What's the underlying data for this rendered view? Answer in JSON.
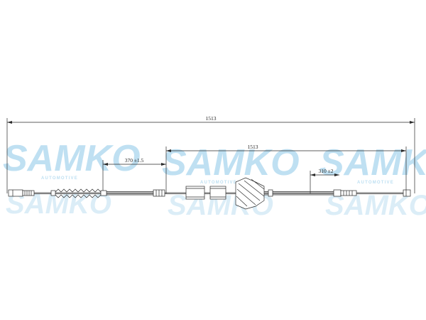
{
  "watermark": {
    "brand": "SAMKO",
    "tagline": "AUTOMOTIVE",
    "color": "#bfe0f2"
  },
  "dimensions": {
    "overall_length": "1513",
    "inner_length": "1513",
    "left_segment": "370 ±1.5",
    "right_segment": "310 ±2"
  },
  "colors": {
    "line": "#2a2a2a",
    "watermark": "#bfe0f2"
  }
}
